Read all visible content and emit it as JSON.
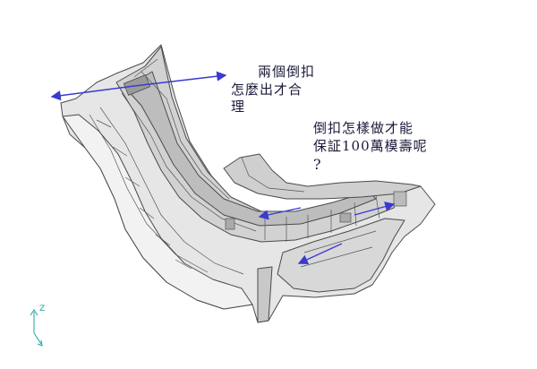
{
  "annotations": {
    "question_one": {
      "line1": "兩個倒扣",
      "line2": "怎麼出才合",
      "line3": "理"
    },
    "question_two": {
      "line1": "倒扣怎樣做才能",
      "line2": "保証100萬模壽呢",
      "line3": "?"
    }
  },
  "axes": {
    "z_label": "Z"
  },
  "colors": {
    "arrow": "#3a3acf",
    "model_outline": "#4a4a4a",
    "model_fill": "#e4e4e4",
    "axis": "#1aa3a3"
  }
}
